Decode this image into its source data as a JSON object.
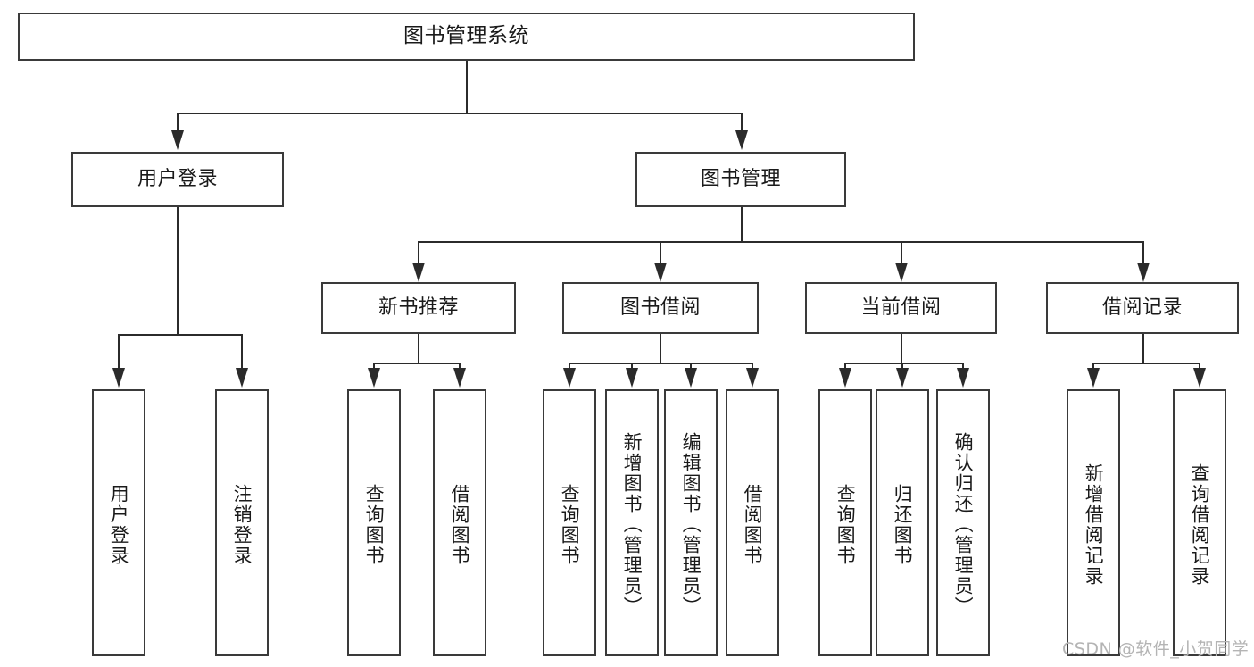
{
  "diagram": {
    "title": "图书管理系统",
    "type": "tree-hierarchy",
    "root": {
      "label": "图书管理系统"
    },
    "level2": [
      {
        "label": "用户登录"
      },
      {
        "label": "图书管理"
      }
    ],
    "level3": [
      {
        "label": "新书推荐"
      },
      {
        "label": "图书借阅"
      },
      {
        "label": "当前借阅"
      },
      {
        "label": "借阅记录"
      }
    ],
    "leaves": {
      "user_login": [
        {
          "label": "用户登录"
        },
        {
          "label": "注销登录"
        }
      ],
      "new_book_recommend": [
        {
          "label": "查询图书"
        },
        {
          "label": "借阅图书"
        }
      ],
      "book_borrow": [
        {
          "label": "查询图书"
        },
        {
          "label": "新增图书（管理员）"
        },
        {
          "label": "编辑图书（管理员）"
        },
        {
          "label": "借阅图书"
        }
      ],
      "current_borrow": [
        {
          "label": "查询图书"
        },
        {
          "label": "归还图书"
        },
        {
          "label": "确认归还（管理员）"
        }
      ],
      "borrow_record": [
        {
          "label": "新增借阅记录"
        },
        {
          "label": "查询借阅记录"
        }
      ]
    }
  },
  "watermark": {
    "text": "CSDN @软件_小贺同学"
  },
  "colors": {
    "stroke": "#3a3a3a",
    "connector": "#2b2b2b",
    "text": "#1a1a1a",
    "background": "#ffffff",
    "watermark": "#b4b4b4"
  }
}
